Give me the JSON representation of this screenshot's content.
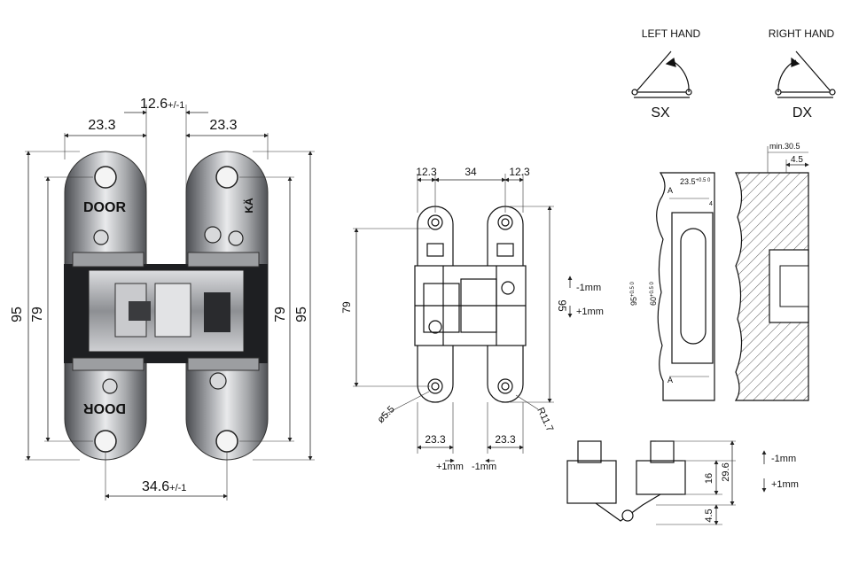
{
  "photo": {
    "dims": {
      "top_gap": "12.6",
      "top_gap_tol": "+/-1",
      "left_top_width": "23.3",
      "right_top_width": "23.3",
      "outer_height_left": "95",
      "inner_height_left": "79",
      "inner_height_right": "79",
      "outer_height_right": "95",
      "bottom_width": "34.6",
      "bottom_width_tol": "+/-1"
    },
    "label_top": "DOOR",
    "label_bottom": "DOOR",
    "brand_mark": "KÄ"
  },
  "drawing": {
    "top_left": "12.3",
    "top_mid": "34",
    "top_right": "12.3",
    "left_height": "79",
    "right_height": "95",
    "adj_minus": "-1mm",
    "adj_plus": "+1mm",
    "hole_dia": "ø5.5",
    "radius": "R11.7",
    "bottom_left": "23.3",
    "bottom_right": "23.3",
    "bottom_plus": "+1mm",
    "bottom_minus": "-1mm"
  },
  "hand": {
    "left_title": "LEFT HAND",
    "left_code": "SX",
    "right_title": "RIGHT HAND",
    "right_code": "DX"
  },
  "section": {
    "min": "min.30.5",
    "depth": "4.5",
    "mortise_width": "23.5",
    "mortise_tol": "+0.5 0",
    "tiny": "4",
    "height1": "95",
    "height1_tol": "+0.5 0",
    "height2": "60",
    "height2_tol": "+0.5 0",
    "marker_a": "A"
  },
  "side_view": {
    "minus": "-1mm",
    "plus": "+1mm",
    "d16": "16",
    "d29": "29.6",
    "d45": "4.5"
  }
}
